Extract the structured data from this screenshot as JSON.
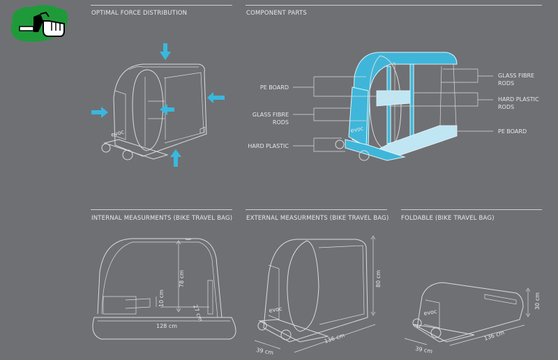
{
  "logo": {
    "icon": "pointing-hand-logo-icon",
    "colors": {
      "green": "#1f9a3a",
      "black": "#000000"
    }
  },
  "sections": {
    "force": {
      "title": "OPTIMAL FORCE DISTRIBUTION",
      "brand": "evoc"
    },
    "components": {
      "title": "COMPONENT PARTS",
      "brand": "evoc",
      "labels_left": [
        "PE BOARD",
        "GLASS FIBRE",
        "RODS",
        "HARD PLASTIC"
      ],
      "labels_right": [
        "GLASS FIBRE",
        "RODS",
        "HARD PLASTIC",
        "RODS",
        "PE BOARD"
      ]
    },
    "internal": {
      "title": "INTERNAL MEASURMENTS (BIKE TRAVEL BAG)",
      "height": "78 cm",
      "box_height": "10 cm",
      "depth": "27 cm",
      "length": "128 cm"
    },
    "external": {
      "title": "EXTERNAL MEASURMENTS (BIKE TRAVEL BAG)",
      "height": "80 cm",
      "length": "136 cm",
      "width": "39 cm",
      "brand": "evoc"
    },
    "foldable": {
      "title": "FOLDABLE (BIKE TRAVEL BAG)",
      "height": "30 cm",
      "length": "136 cm",
      "width": "39 cm",
      "brand": "evoc"
    }
  },
  "colors": {
    "background": "#6f7074",
    "accent": "#3fb6d9",
    "line": "#dcdcdc"
  }
}
